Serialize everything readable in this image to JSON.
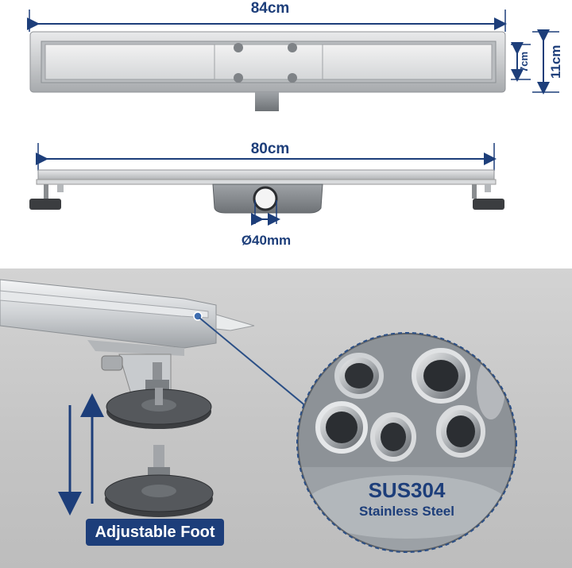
{
  "dimensions": {
    "top_length": "84cm",
    "outer_width": "11cm",
    "inner_width": "7cm",
    "side_length": "80cm",
    "outlet_diameter": "Ø40mm"
  },
  "material": {
    "grade": "SUS304",
    "name": "Stainless Steel"
  },
  "feature_label": "Adjustable Foot",
  "colors": {
    "accent": "#1d3e7a",
    "steel": "#c9cbcd",
    "background_panel": "#c9c9c9"
  }
}
